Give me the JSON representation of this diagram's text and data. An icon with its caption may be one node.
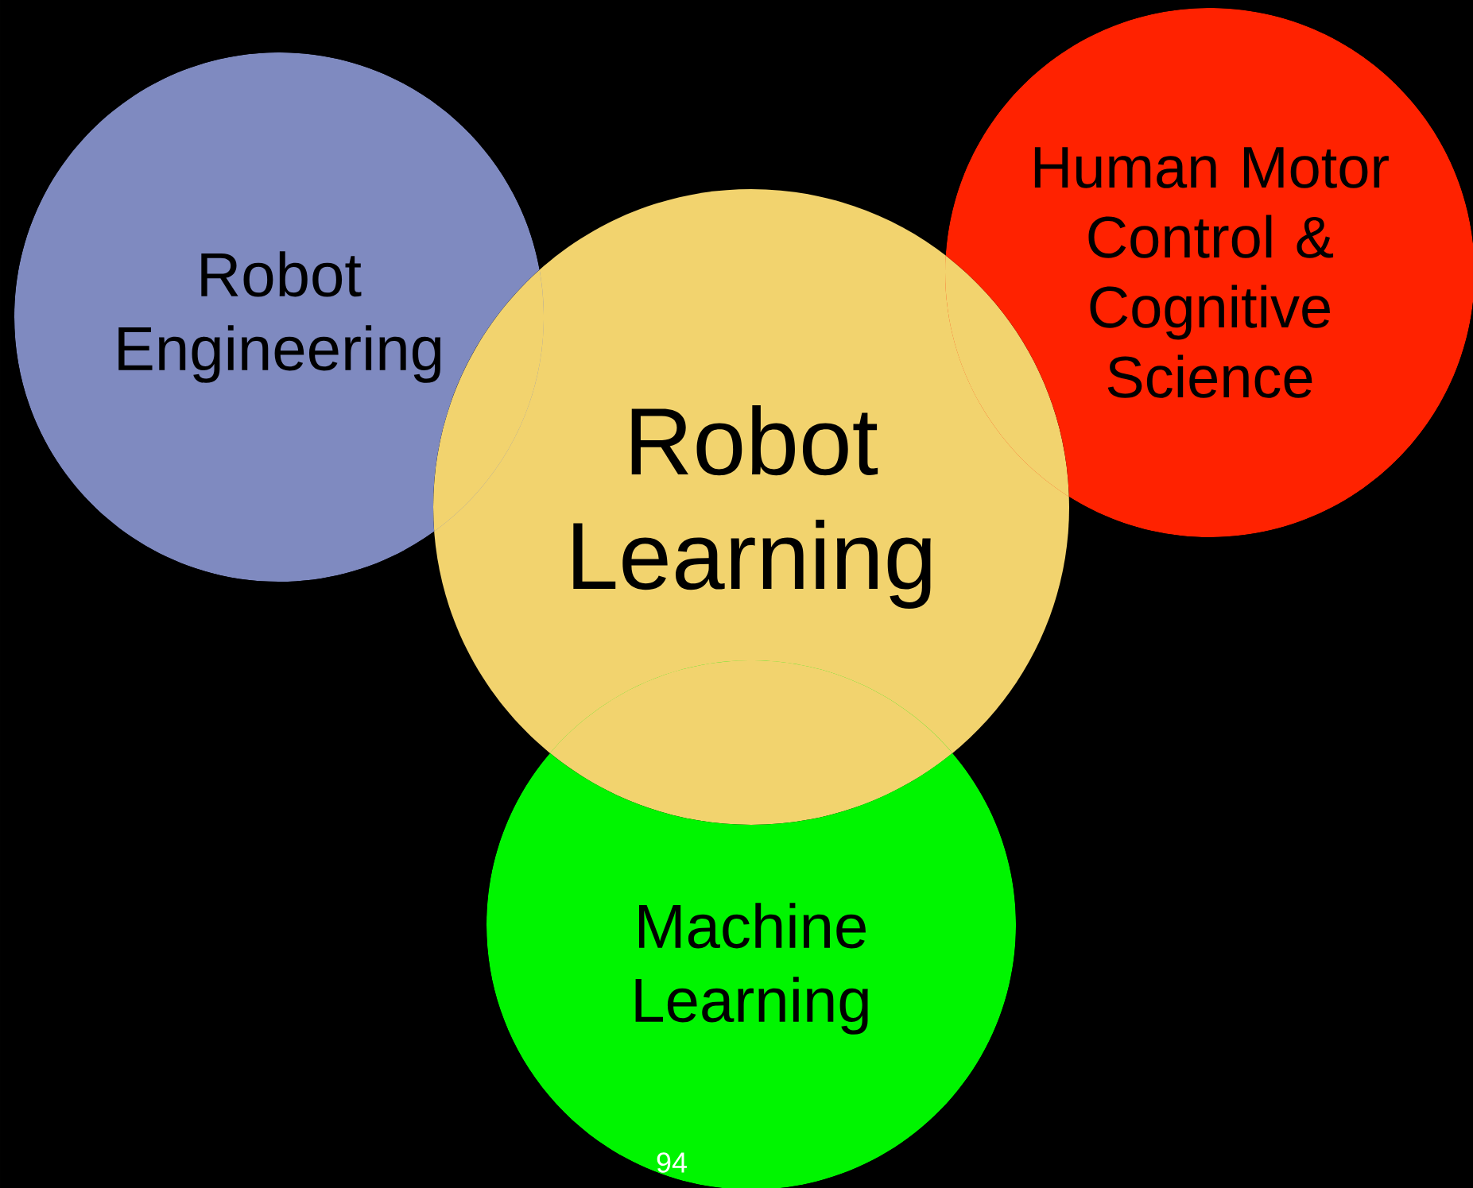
{
  "diagram": {
    "nodes": [
      {
        "text": [
          "Robot Engineering"
        ]
      },
      {
        "text": [
          "Human Motor Control & Cognitive Science"
        ]
      },
      {
        "text": [
          "Robot Learning"
        ]
      },
      {
        "text": [
          "Machine Learning"
        ]
      }
    ],
    "labels": [
      "94"
    ]
  }
}
